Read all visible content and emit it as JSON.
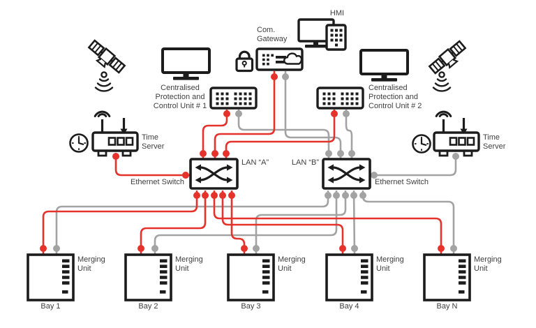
{
  "colors": {
    "red": "#e5322b",
    "gray": "#a3a3a3",
    "ink": "#1c1c1c",
    "text": "#3f3f3f",
    "bg": "#ffffff"
  },
  "diagram": {
    "hmi_label": "HMI",
    "gateway_label_lines": [
      "Com.",
      "Gateway"
    ],
    "cpc1_label_lines": [
      "Centralised",
      "Protection and",
      "Control Unit # 1"
    ],
    "cpc2_label_lines": [
      "Centralised",
      "Protection and",
      "Control Unit # 2"
    ],
    "time_server_left_lines": [
      "Time",
      "Server"
    ],
    "time_server_right_lines": [
      "Time",
      "Server"
    ],
    "lan_a_label": "LAN “A”",
    "lan_b_label": "LAN “B”",
    "ethernet_switch_left_label": "Ethernet Switch",
    "ethernet_switch_right_label": "Ethernet Switch",
    "merging_unit_lines": [
      "Merging",
      "Unit"
    ],
    "bay_labels": [
      "Bay 1",
      "Bay 2",
      "Bay 3",
      "Bay 4",
      "Bay N"
    ],
    "networks": [
      {
        "name": "LAN A",
        "color": "#e5322b"
      },
      {
        "name": "LAN B",
        "color": "#a3a3a3"
      }
    ],
    "links": [
      {
        "from": "time-server-left",
        "to": "ethernet-switch-lan-a",
        "network": "LAN A"
      },
      {
        "from": "centralised-protection-control-unit-1",
        "to": "ethernet-switch-lan-a",
        "network": "LAN A"
      },
      {
        "from": "com-gateway",
        "to": "ethernet-switch-lan-a",
        "network": "LAN A"
      },
      {
        "from": "centralised-protection-control-unit-2",
        "to": "ethernet-switch-lan-a",
        "network": "LAN A"
      },
      {
        "from": "centralised-protection-control-unit-1",
        "to": "ethernet-switch-lan-b",
        "network": "LAN B"
      },
      {
        "from": "com-gateway",
        "to": "ethernet-switch-lan-b",
        "network": "LAN B"
      },
      {
        "from": "centralised-protection-control-unit-2",
        "to": "ethernet-switch-lan-b",
        "network": "LAN B"
      },
      {
        "from": "time-server-right",
        "to": "ethernet-switch-lan-b",
        "network": "LAN B"
      },
      {
        "from": "ethernet-switch-lan-a",
        "to": "merging-unit-bay-1",
        "network": "LAN A"
      },
      {
        "from": "ethernet-switch-lan-a",
        "to": "merging-unit-bay-2",
        "network": "LAN A"
      },
      {
        "from": "ethernet-switch-lan-a",
        "to": "merging-unit-bay-3",
        "network": "LAN A"
      },
      {
        "from": "ethernet-switch-lan-a",
        "to": "merging-unit-bay-4",
        "network": "LAN A"
      },
      {
        "from": "ethernet-switch-lan-a",
        "to": "merging-unit-bay-n",
        "network": "LAN A"
      },
      {
        "from": "ethernet-switch-lan-b",
        "to": "merging-unit-bay-1",
        "network": "LAN B"
      },
      {
        "from": "ethernet-switch-lan-b",
        "to": "merging-unit-bay-2",
        "network": "LAN B"
      },
      {
        "from": "ethernet-switch-lan-b",
        "to": "merging-unit-bay-3",
        "network": "LAN B"
      },
      {
        "from": "ethernet-switch-lan-b",
        "to": "merging-unit-bay-4",
        "network": "LAN B"
      },
      {
        "from": "ethernet-switch-lan-b",
        "to": "merging-unit-bay-n",
        "network": "LAN B"
      }
    ]
  }
}
